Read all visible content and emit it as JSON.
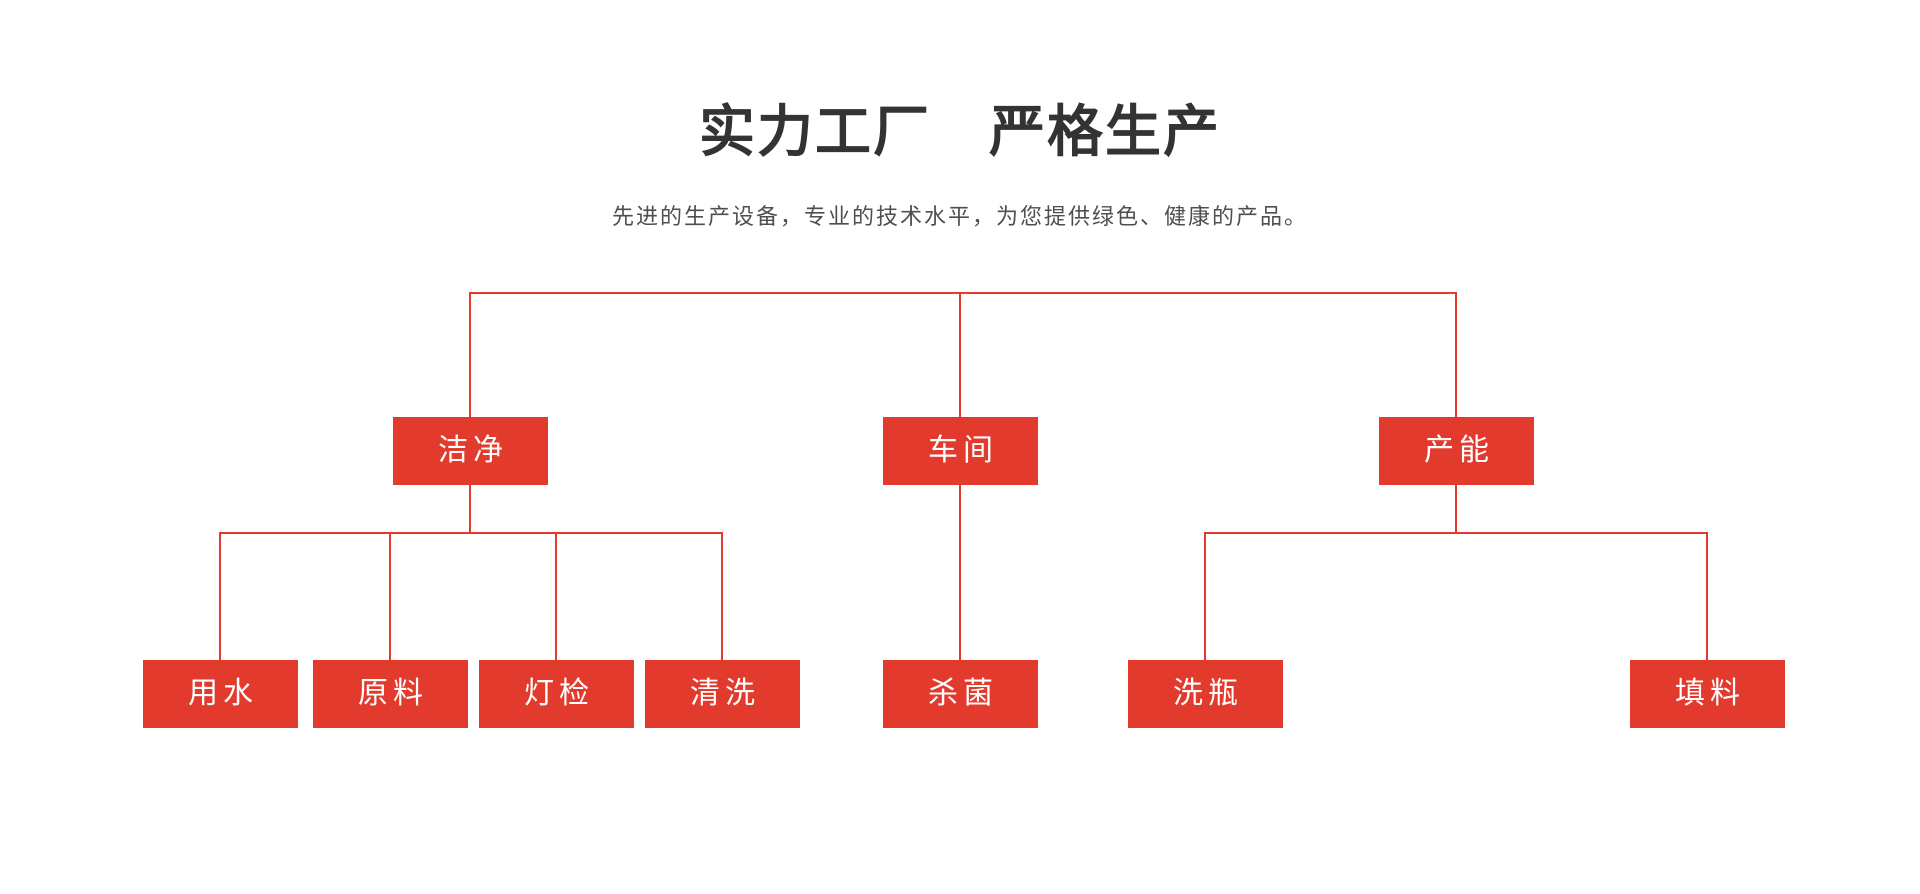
{
  "header": {
    "title": "实力工厂　严格生产",
    "subtitle": "先进的生产设备，专业的技术水平，为您提供绿色、健康的产品。"
  },
  "colors": {
    "accent_red": "#e23a2c",
    "title_text": "#333333",
    "subtitle_text": "#4f4f4f",
    "node_text": "#ffffff",
    "background": "#ffffff"
  },
  "tree": {
    "level1": [
      {
        "label": "洁净",
        "children_labels": [
          "用水",
          "原料",
          "灯检",
          "清洗"
        ]
      },
      {
        "label": "车间",
        "children_labels": [
          "杀菌"
        ]
      },
      {
        "label": "产能",
        "children_labels": [
          "洗瓶",
          "填料"
        ]
      }
    ],
    "level2": [
      {
        "label": "用水"
      },
      {
        "label": "原料"
      },
      {
        "label": "灯检"
      },
      {
        "label": "清洗"
      },
      {
        "label": "杀菌"
      },
      {
        "label": "洗瓶"
      },
      {
        "label": "填料"
      }
    ]
  }
}
